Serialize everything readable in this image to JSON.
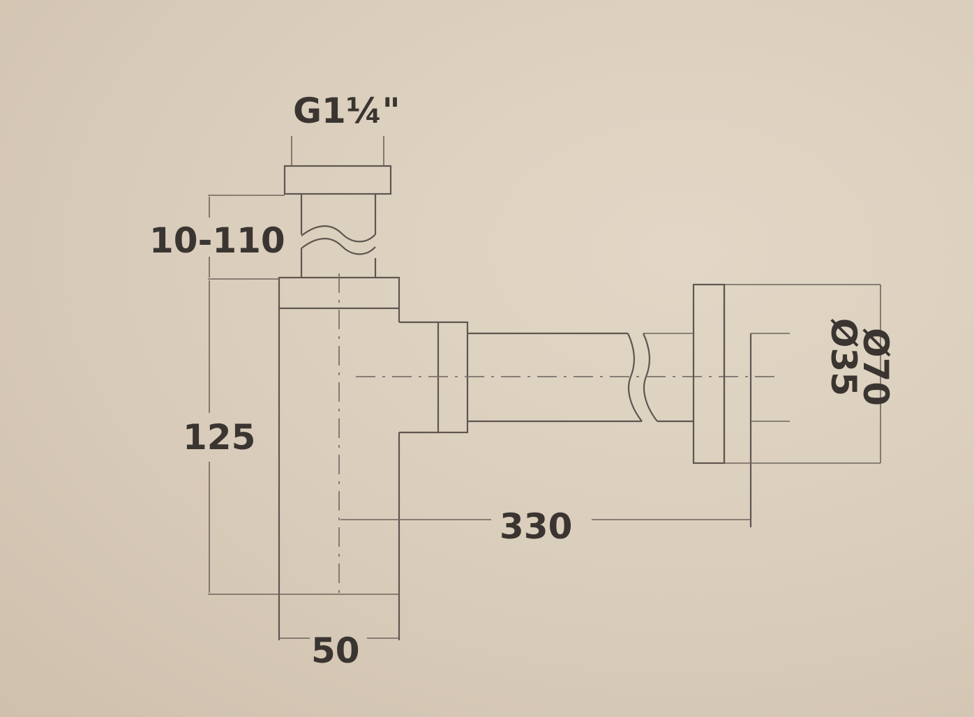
{
  "dimensions": {
    "thread": "G1¼\"",
    "height_adjust": "10-110",
    "body_height": "125",
    "body_width": "50",
    "pipe_length": "330",
    "rosette_inner": "Ø35",
    "rosette_outer": "Ø70"
  },
  "colors": {
    "background": "#d8cbb9",
    "line": "#5e5650",
    "text": "#3a3531"
  }
}
